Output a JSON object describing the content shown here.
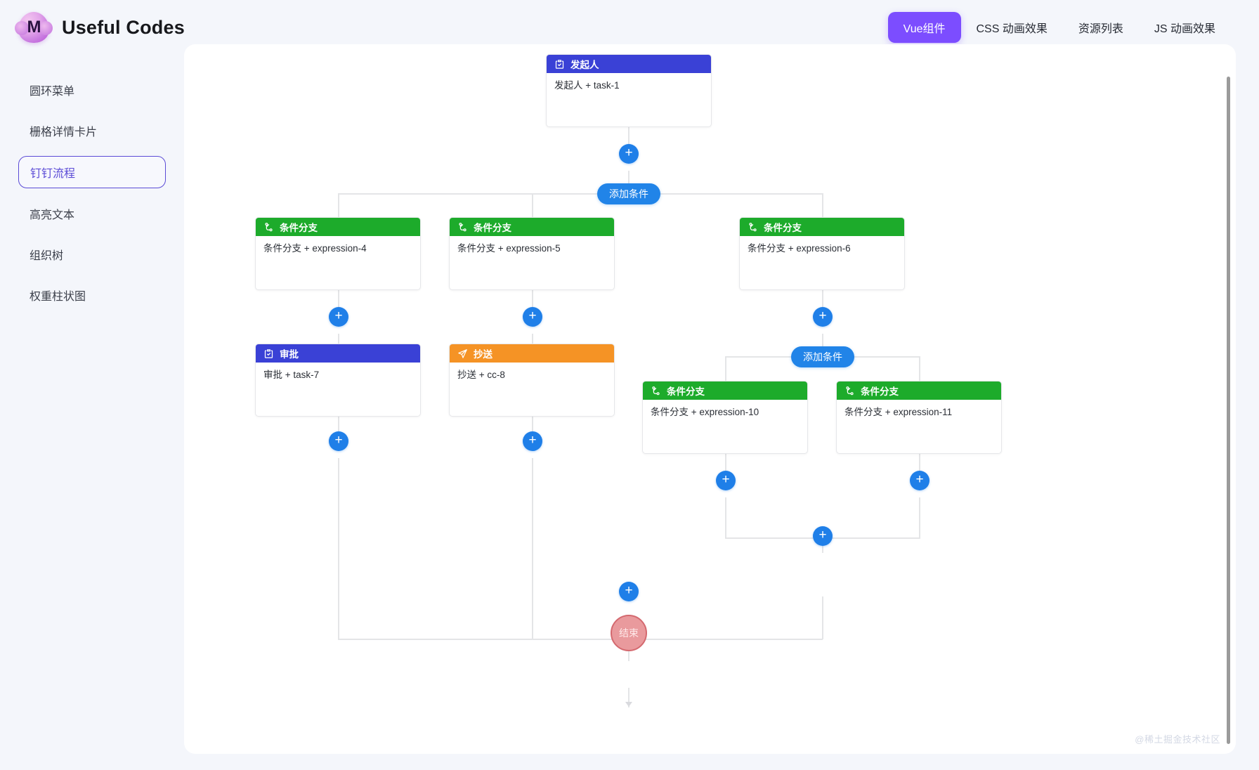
{
  "header": {
    "brand_title": "Useful Codes",
    "logo_letter": "M",
    "nav": [
      {
        "label": "Vue组件",
        "active": true
      },
      {
        "label": "CSS 动画效果",
        "active": false
      },
      {
        "label": "资源列表",
        "active": false
      },
      {
        "label": "JS 动画效果",
        "active": false
      }
    ]
  },
  "sidebar": {
    "items": [
      {
        "label": "圆环菜单",
        "active": false
      },
      {
        "label": "栅格详情卡片",
        "active": false
      },
      {
        "label": "钉钉流程",
        "active": true
      },
      {
        "label": "高亮文本",
        "active": false
      },
      {
        "label": "组织树",
        "active": false
      },
      {
        "label": "权重柱状图",
        "active": false
      }
    ]
  },
  "flow": {
    "nodes": {
      "initiator": {
        "title": "发起人",
        "body": "发起人 + task-1",
        "icon": "clipboard-check-icon",
        "color": "#3a41d6"
      },
      "branch4": {
        "title": "条件分支",
        "body": "条件分支 + expression-4",
        "icon": "branch-icon",
        "color": "#1dab2b"
      },
      "branch5": {
        "title": "条件分支",
        "body": "条件分支 + expression-5",
        "icon": "branch-icon",
        "color": "#1dab2b"
      },
      "branch6": {
        "title": "条件分支",
        "body": "条件分支 + expression-6",
        "icon": "branch-icon",
        "color": "#1dab2b"
      },
      "approval": {
        "title": "审批",
        "body": "审批 + task-7",
        "icon": "clipboard-check-icon",
        "color": "#3a41d6"
      },
      "cc": {
        "title": "抄送",
        "body": "抄送 + cc-8",
        "icon": "send-icon",
        "color": "#f59325"
      },
      "branch10": {
        "title": "条件分支",
        "body": "条件分支 + expression-10",
        "icon": "branch-icon",
        "color": "#1dab2b"
      },
      "branch11": {
        "title": "条件分支",
        "body": "条件分支 + expression-11",
        "icon": "branch-icon",
        "color": "#1dab2b"
      }
    },
    "add_condition_label": "添加条件",
    "plus_label": "+",
    "end_label": "结束"
  },
  "watermark": "@稀土掘金技术社区",
  "colors": {
    "accent_purple": "#7c4dff",
    "node_blue": "#3a41d6",
    "node_green": "#1dab2b",
    "node_orange": "#f59325",
    "plus_blue": "#1f7fe8",
    "end_red": "#e99a9d",
    "line_gray": "#e4e5e7"
  }
}
